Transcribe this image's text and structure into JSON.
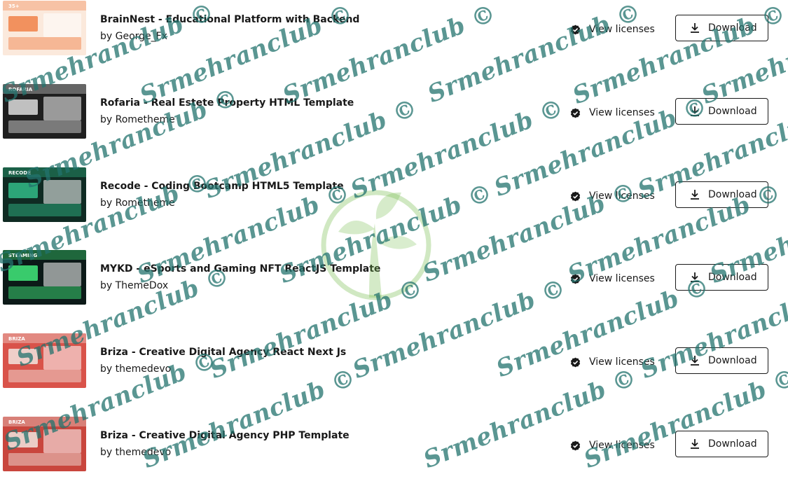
{
  "products": [
    {
      "title": "BrainNest - Educational Platform with Backend",
      "author": "by George_Fx",
      "license_label": "View licenses",
      "download_label": "Download",
      "thumb_theme": "#fbe9dc",
      "thumb_accent": "#f07b3f",
      "thumb_text": "35+"
    },
    {
      "title": "Rofaria - Real Estete Property HTML Template",
      "author": "by Rometheme",
      "license_label": "View licenses",
      "download_label": "Download",
      "thumb_theme": "#1f1f1f",
      "thumb_accent": "#e8e8e8",
      "thumb_text": "ROFARIA"
    },
    {
      "title": "Recode - Coding Bootcamp HTML5 Template",
      "author": "by Rometheme",
      "license_label": "View licenses",
      "download_label": "Download",
      "thumb_theme": "#0f2b23",
      "thumb_accent": "#33c48d",
      "thumb_text": "RECODE"
    },
    {
      "title": "MYKD - eSports and Gaming NFT ReactJS Template",
      "author": "by ThemeDox",
      "license_label": "View licenses",
      "download_label": "Download",
      "thumb_theme": "#0c1a18",
      "thumb_accent": "#45f882",
      "thumb_text": "STEAMING"
    },
    {
      "title": "Briza - Creative Digital Agency React Next Js",
      "author": "by themedevo",
      "license_label": "View licenses",
      "download_label": "Download",
      "thumb_theme": "#d9534a",
      "thumb_accent": "#f4efe8",
      "thumb_text": "BRIZA"
    },
    {
      "title": "Briza - Creative Digital Agency PHP Template",
      "author": "by themedevo",
      "license_label": "View licenses",
      "download_label": "Download",
      "thumb_theme": "#c9463d",
      "thumb_accent": "#f4efe8",
      "thumb_text": "BRIZA"
    }
  ],
  "watermark": {
    "text": "Srmehranclub ©",
    "color": "#23736e"
  },
  "colors": {
    "text": "#191919",
    "background": "#ffffff",
    "border": "#191919"
  }
}
